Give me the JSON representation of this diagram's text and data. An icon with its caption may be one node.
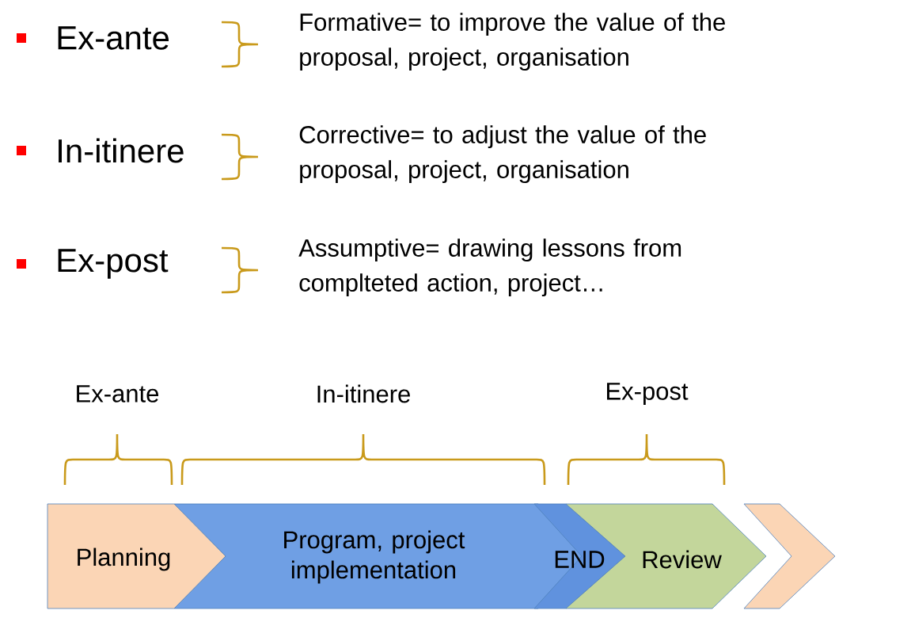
{
  "diagram": {
    "nodes": [
      {
        "text": [
          "Planning"
        ]
      },
      {
        "text": [
          "Program, project implementation"
        ]
      },
      {
        "text": [
          "END"
        ]
      },
      {
        "text": [
          "Review"
        ]
      },
      {
        "text": [],
        "shape": "chevron"
      }
    ],
    "labels": [
      "Ex-ante",
      "Formative= to improve the value of the proposal, project, organisation",
      "In-itinere",
      "Corrective= to adjust the value of the proposal, project, organisation",
      "Ex-post",
      "Assumptive= drawing lessons from complteted action, project…",
      "Ex-ante",
      "In-itinere",
      "Ex-post"
    ]
  }
}
